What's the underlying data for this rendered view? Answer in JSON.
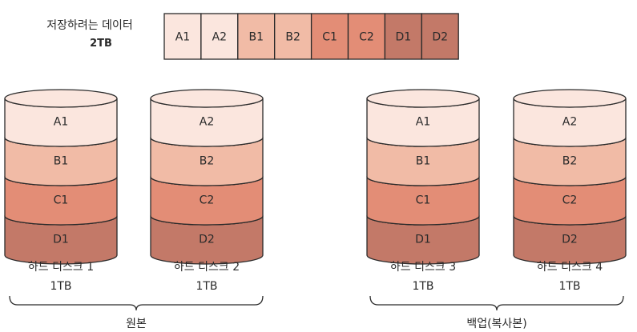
{
  "header": {
    "line1": "저장하려는 데이터",
    "line2": "2TB"
  },
  "data_blocks": [
    {
      "label": "A1",
      "color": "#fbe6de"
    },
    {
      "label": "A2",
      "color": "#fbe6de"
    },
    {
      "label": "B1",
      "color": "#f1bba6"
    },
    {
      "label": "B2",
      "color": "#f1bba6"
    },
    {
      "label": "C1",
      "color": "#e38d76"
    },
    {
      "label": "C2",
      "color": "#e38d76"
    },
    {
      "label": "D1",
      "color": "#c37968"
    },
    {
      "label": "D2",
      "color": "#c37968"
    }
  ],
  "disks": [
    {
      "segments": [
        "A1",
        "B1",
        "C1",
        "D1"
      ],
      "name": "하드 디스크 1",
      "size": "1TB"
    },
    {
      "segments": [
        "A2",
        "B2",
        "C2",
        "D2"
      ],
      "name": "하드 디스크 2",
      "size": "1TB"
    },
    {
      "segments": [
        "A1",
        "B1",
        "C1",
        "D1"
      ],
      "name": "하드 디스크 3",
      "size": "1TB"
    },
    {
      "segments": [
        "A2",
        "B2",
        "C2",
        "D2"
      ],
      "name": "하드 디스크 4",
      "size": "1TB"
    }
  ],
  "segment_colors": [
    "#fbe6de",
    "#f1bba6",
    "#e38d76",
    "#c37968"
  ],
  "groups": [
    {
      "label": "원본"
    },
    {
      "label": "백업(복사본)"
    }
  ]
}
